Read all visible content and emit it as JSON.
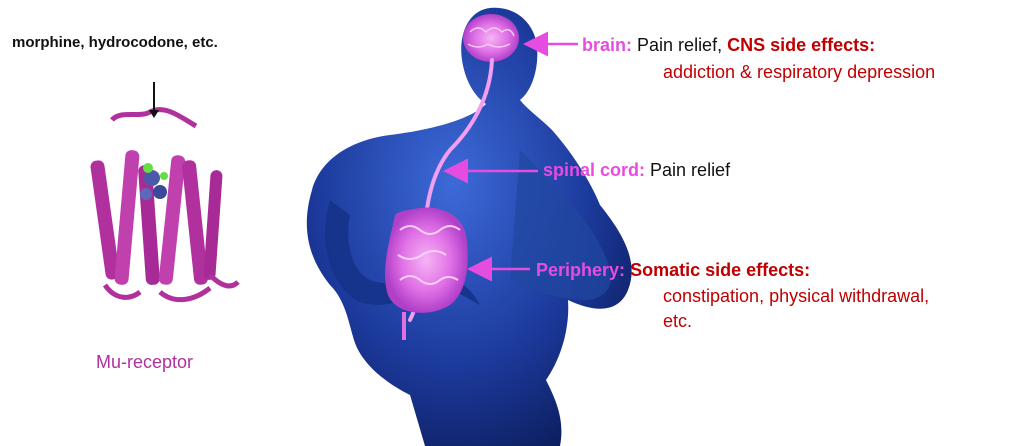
{
  "drug_label": "morphine, hydrocodone, etc.",
  "receptor_label": "Mu-receptor",
  "callouts": {
    "brain": {
      "category": "brain:",
      "line1_text": "Pain relief, ",
      "line1_emphasis": "CNS side effects:",
      "line2": "addiction & respiratory depression"
    },
    "spinal_cord": {
      "category": "spinal cord:",
      "text": "Pain relief"
    },
    "periphery": {
      "category": "Periphery:",
      "emphasis": "Somatic side effects:",
      "line2": "constipation, physical withdrawal,",
      "line3": "etc."
    }
  },
  "colors": {
    "arrow": "#e64ce0",
    "category": "#e64ce0",
    "side_effect_red": "#c00000",
    "receptor_purple": "#b0309e",
    "body_blue": "#1b3fa0"
  }
}
